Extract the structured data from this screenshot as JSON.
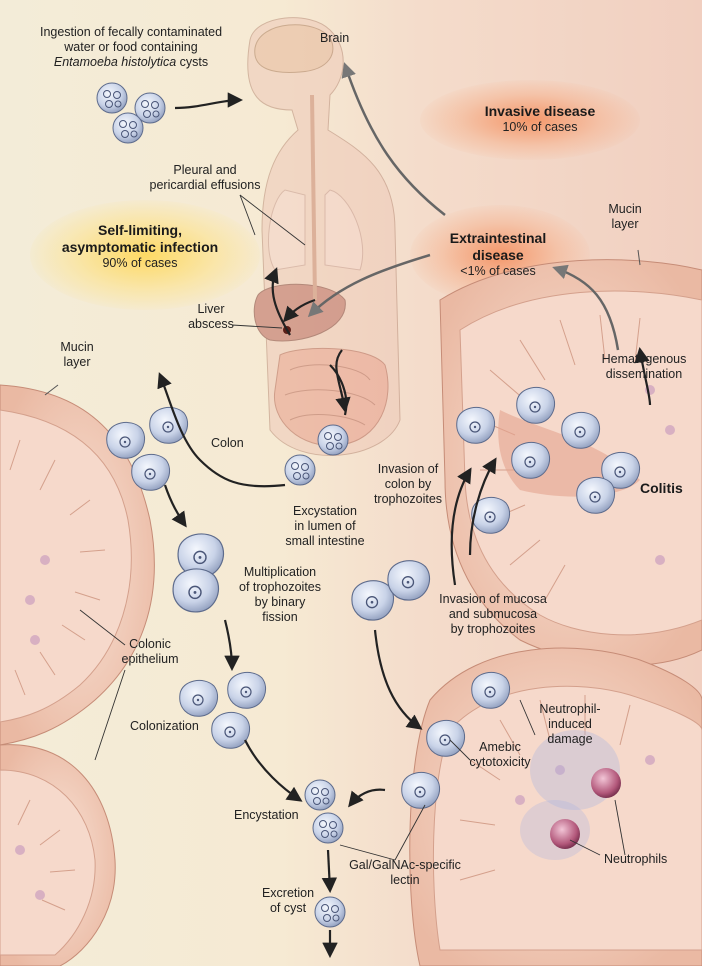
{
  "labels": {
    "ingestion_line1": "Ingestion of fecally contaminated",
    "ingestion_line2": "water or food containing",
    "ingestion_line3_italic": "Entamoeba histolytica",
    "ingestion_line3_rest": " cysts",
    "brain": "Brain",
    "invasive_title": "Invasive disease",
    "invasive_sub": "10% of cases",
    "pleural_line1": "Pleural and",
    "pleural_line2": "pericardial effusions",
    "self_limiting_line1": "Self-limiting,",
    "self_limiting_line2": "asymptomatic infection",
    "self_limiting_sub": "90% of cases",
    "extraintestinal_line1": "Extraintestinal",
    "extraintestinal_line2": "disease",
    "extraintestinal_sub": "<1% of cases",
    "mucin_right_line1": "Mucin",
    "mucin_right_line2": "layer",
    "liver_line1": "Liver",
    "liver_line2": "abscess",
    "mucin_left_line1": "Mucin",
    "mucin_left_line2": "layer",
    "hematogenous_line1": "Hematogenous",
    "hematogenous_line2": "dissemination",
    "colon": "Colon",
    "invasion_colon_line1": "Invasion of",
    "invasion_colon_line2": "colon by",
    "invasion_colon_line3": "trophozoites",
    "colitis": "Colitis",
    "excystation_line1": "Excystation",
    "excystation_line2": "in lumen of",
    "excystation_line3": "small intestine",
    "multiplication_line1": "Multiplication",
    "multiplication_line2": "of trophozoites",
    "multiplication_line3": "by binary",
    "multiplication_line4": "fission",
    "invasion_mucosa_line1": "Invasion of mucosa",
    "invasion_mucosa_line2": "and submucosa",
    "invasion_mucosa_line3": "by trophozoites",
    "colonic_line1": "Colonic",
    "colonic_line2": "epithelium",
    "neutrophil_damage_line1": "Neutrophil-",
    "neutrophil_damage_line2": "induced",
    "neutrophil_damage_line3": "damage",
    "colonization": "Colonization",
    "amebic_line1": "Amebic",
    "amebic_line2": "cytotoxicity",
    "encystation": "Encystation",
    "neutrophils": "Neutrophils",
    "lectin_line1": "Gal/GalNAc-specific",
    "lectin_line2": "lectin",
    "excretion_line1": "Excretion",
    "excretion_line2": "of cyst"
  },
  "colors": {
    "self_limiting_highlight": "#ffd650",
    "invasive_highlight": "#f48c5a",
    "tissue": "#f3c6b4",
    "cell": "#c9d3e8"
  },
  "icons": [
    "cyst-cell",
    "trophozoite-cell",
    "neutrophil-cell",
    "flow-arrow"
  ]
}
